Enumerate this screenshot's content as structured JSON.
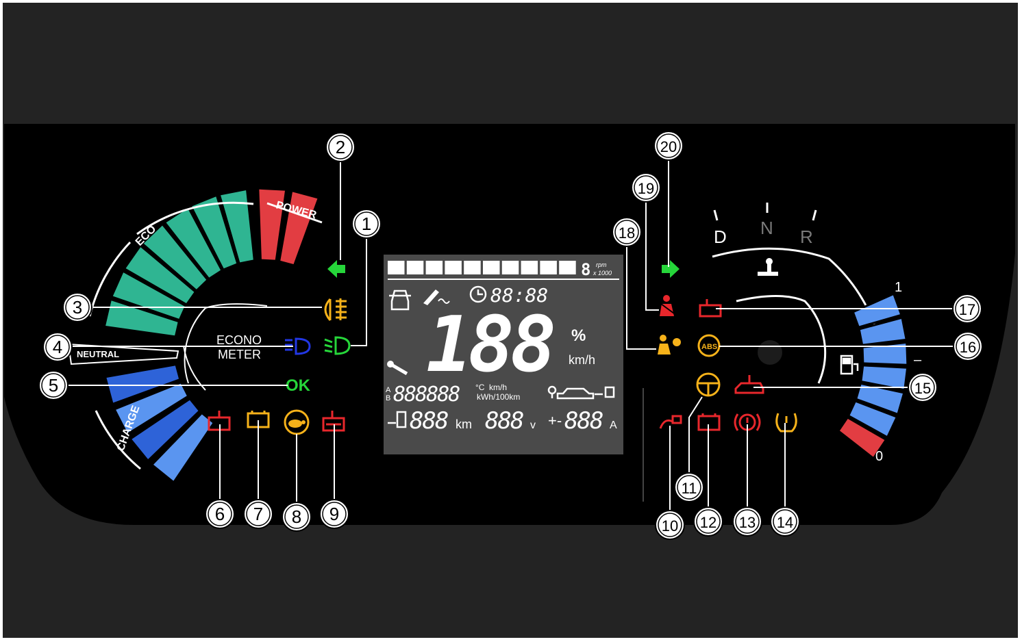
{
  "eco_meter": {
    "label_eco": "ECO",
    "label_power": "POWER",
    "label_charge": "CHARGE",
    "label_neutral": "NEUTRAL",
    "label_econo": "ECONO",
    "label_meter": "METER",
    "colors": {
      "eco": "#2fb592",
      "power": "#e23d42",
      "charge": "#2e63d8",
      "charge_light": "#5a95f0"
    }
  },
  "lcd": {
    "time": "88:88",
    "big_digits": "188",
    "percent": "%",
    "speed_unit": "km/h",
    "ab_label_a": "A",
    "ab_label_b": "B",
    "odometer": "888888",
    "temp_unit": "°C",
    "avg_unit_top": "km/h",
    "avg_unit_bottom": "kWh/100km",
    "range_digits": "888",
    "range_unit": "km",
    "volt_digits": "888",
    "volt_unit": "v",
    "amp_digits": "888",
    "amp_prefix": "+-",
    "amp_unit": "A",
    "rpm_digit": "8",
    "rpm_label": "rpm",
    "rpm_multiplier": "x 1000",
    "background": "#4a4a4a"
  },
  "indicators": {
    "ok_label": "OK",
    "abs_label": "ABS",
    "colors": {
      "green": "#26d63a",
      "amber": "#f6b21a",
      "red": "#e8272c",
      "blue": "#2237e4"
    }
  },
  "gear": {
    "d": "D",
    "n": "N",
    "r": "R"
  },
  "battery_gauge": {
    "label_full": "1",
    "label_empty": "0",
    "label_half": "–"
  },
  "callouts": [
    "1",
    "2",
    "3",
    "4",
    "5",
    "6",
    "7",
    "8",
    "9",
    "10",
    "11",
    "12",
    "13",
    "14",
    "15",
    "16",
    "17",
    "18",
    "19",
    "20"
  ]
}
